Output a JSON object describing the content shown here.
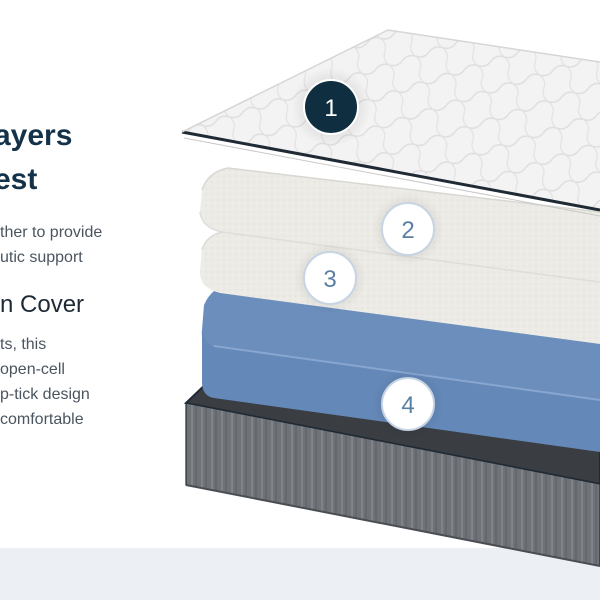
{
  "heading": {
    "line1": "ayers",
    "line2": "est"
  },
  "intro": {
    "line1": "ther to provide",
    "line2": "utic support"
  },
  "cover": {
    "title": "n Cover",
    "lines": [
      "ts, this",
      "open-cell",
      "p-tick design",
      "comfortable"
    ]
  },
  "layers": [
    {
      "number": "1",
      "style": "filled"
    },
    {
      "number": "2",
      "style": "outline"
    },
    {
      "number": "3",
      "style": "outline"
    },
    {
      "number": "4",
      "style": "outline"
    }
  ],
  "colors": {
    "heading": "#14324a",
    "badge_fill": "#0f2f40",
    "badge_outline_text": "#5a7fa6",
    "cover": "#f2f2f2",
    "comfort_foam": "#ebe9e4",
    "transition_foam": "#e8e6e1",
    "support_foam": "#6b8ebc",
    "base_knit": "#6f7378",
    "footer_band": "#eceff3"
  }
}
